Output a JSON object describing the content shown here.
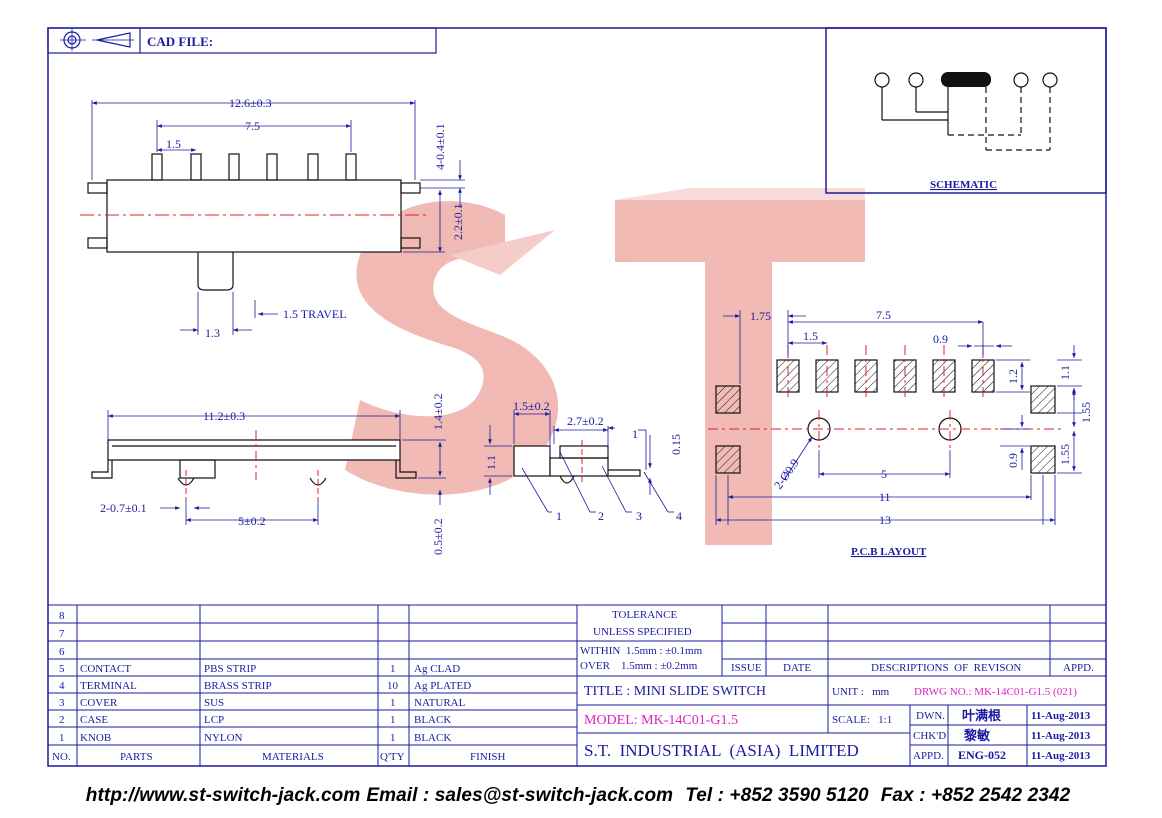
{
  "header": {
    "cad_file_label": "CAD FILE:"
  },
  "schematic": {
    "label": "SCHEMATIC"
  },
  "pcb": {
    "label": "P.C.B LAYOUT",
    "dims": {
      "d175": "1.75",
      "d75": "7.5",
      "d15": "1.5",
      "d09": "0.9",
      "d12": "1.2",
      "d11": "1.1",
      "d155a": "1.55",
      "d155b": "1.55",
      "d09v": "0.9",
      "hole": "2-Ø0.9",
      "d5": "5",
      "d11h": "11",
      "d13": "13"
    }
  },
  "front_view": {
    "d126": "12.6±0.3",
    "d75": "7.5",
    "d15": "1.5",
    "d04": "4-0.4±0.1",
    "d22": "2.2±0.1",
    "d13": "1.3",
    "travel": "1.5 TRAVEL"
  },
  "side_view": {
    "d112": "11.2±0.3",
    "d14": "1.4±0.2",
    "d05": "0.5±0.2",
    "d07": "2-0.7±0.1",
    "d5": "5±0.2"
  },
  "end_view": {
    "d15": "1.5±0.2",
    "d27": "2.7±0.2",
    "d1": "1",
    "d015": "0.15",
    "d11": "1.1",
    "callouts": [
      "1",
      "2",
      "3",
      "4"
    ]
  },
  "watermark": "ST",
  "bom": {
    "empty_rows": [
      "8",
      "7",
      "6"
    ],
    "rows": [
      {
        "no": "5",
        "part": "CONTACT",
        "material": "PBS STRIP",
        "qty": "1",
        "finish": "Ag CLAD"
      },
      {
        "no": "4",
        "part": "TERMINAL",
        "material": "BRASS STRIP",
        "qty": "10",
        "finish": "Ag PLATED"
      },
      {
        "no": "3",
        "part": "COVER",
        "material": "SUS",
        "qty": "1",
        "finish": "NATURAL"
      },
      {
        "no": "2",
        "part": "CASE",
        "material": "LCP",
        "qty": "1",
        "finish": "BLACK"
      },
      {
        "no": "1",
        "part": "KNOB",
        "material": "NYLON",
        "qty": "1",
        "finish": "BLACK"
      }
    ],
    "headers": {
      "no": "NO.",
      "parts": "PARTS",
      "materials": "MATERIALS",
      "qty": "Q'TY",
      "finish": "FINISH"
    }
  },
  "title_block": {
    "tolerance": "TOLERANCE",
    "unless": "UNLESS   SPECIFIED",
    "within": "WITHIN  1.5mm : ±0.1mm",
    "over": "OVER    1.5mm : ±0.2mm",
    "issue": "ISSUE",
    "date": "DATE",
    "desc": "DESCRIPTIONS  OF  REVISON",
    "appd_head": "APPD.",
    "title": "TITLE : MINI SLIDE SWITCH",
    "unit": "UNIT :   mm",
    "drwg": "DRWG NO.: MK-14C01-G1.5 (021)",
    "model": "MODEL: MK-14C01-G1.5",
    "scale": "SCALE:   1:1",
    "dwn": "DWN.",
    "dwn_name": "叶满根",
    "dwn_date": "11-Aug-2013",
    "chkd": "CHK'D",
    "chkd_name": "黎敏",
    "chkd_date": "11-Aug-2013",
    "company": "S.T.  INDUSTRIAL  (ASIA)  LIMITED",
    "appd": "APPD.",
    "appd_name": "ENG-052",
    "appd_date": "11-Aug-2013"
  },
  "footer": {
    "url": "http://www.st-switch-jack.com",
    "email": "Email : sales@st-switch-jack.com",
    "tel": "Tel : +852 3590 5120",
    "fax": "Fax : +852 2542 2342"
  }
}
